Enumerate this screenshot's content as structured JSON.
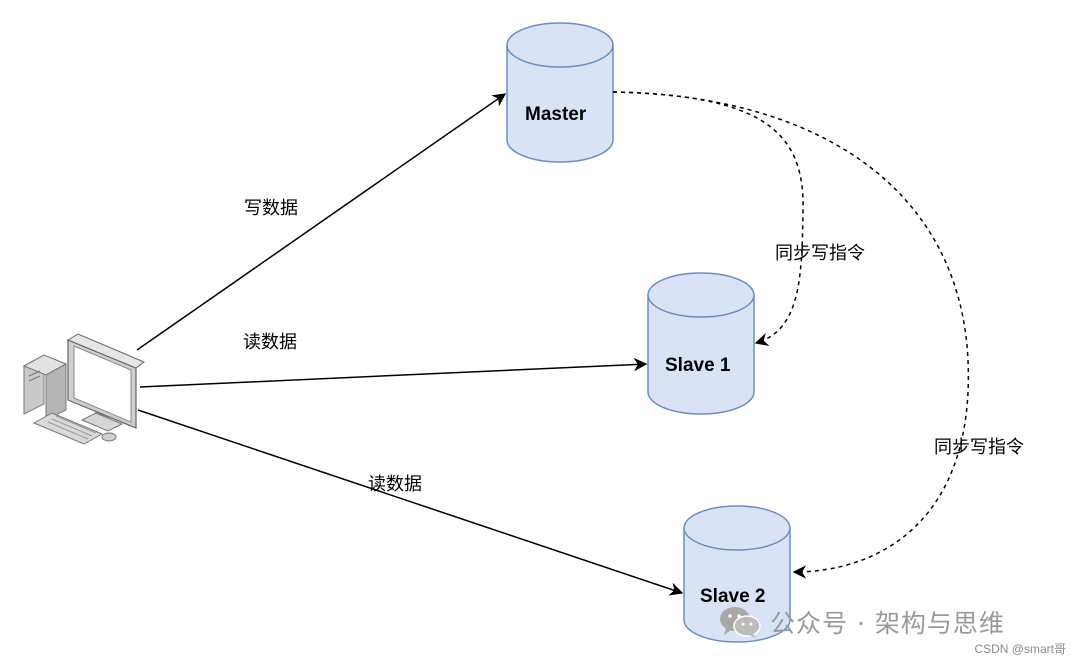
{
  "nodes": {
    "master": "Master",
    "slave1": "Slave 1",
    "slave2": "Slave 2"
  },
  "edges": {
    "write": "写数据",
    "read_slave1": "读数据",
    "read_slave2": "读数据",
    "sync_slave1": "同步写指令",
    "sync_slave2": "同步写指令"
  },
  "watermark": {
    "text": "公众号 · 架构与思维",
    "credit": "CSDN @smart哥"
  },
  "colors": {
    "db_fill": "#dae3f5",
    "db_stroke": "#6c8ebf",
    "line": "#000000"
  }
}
